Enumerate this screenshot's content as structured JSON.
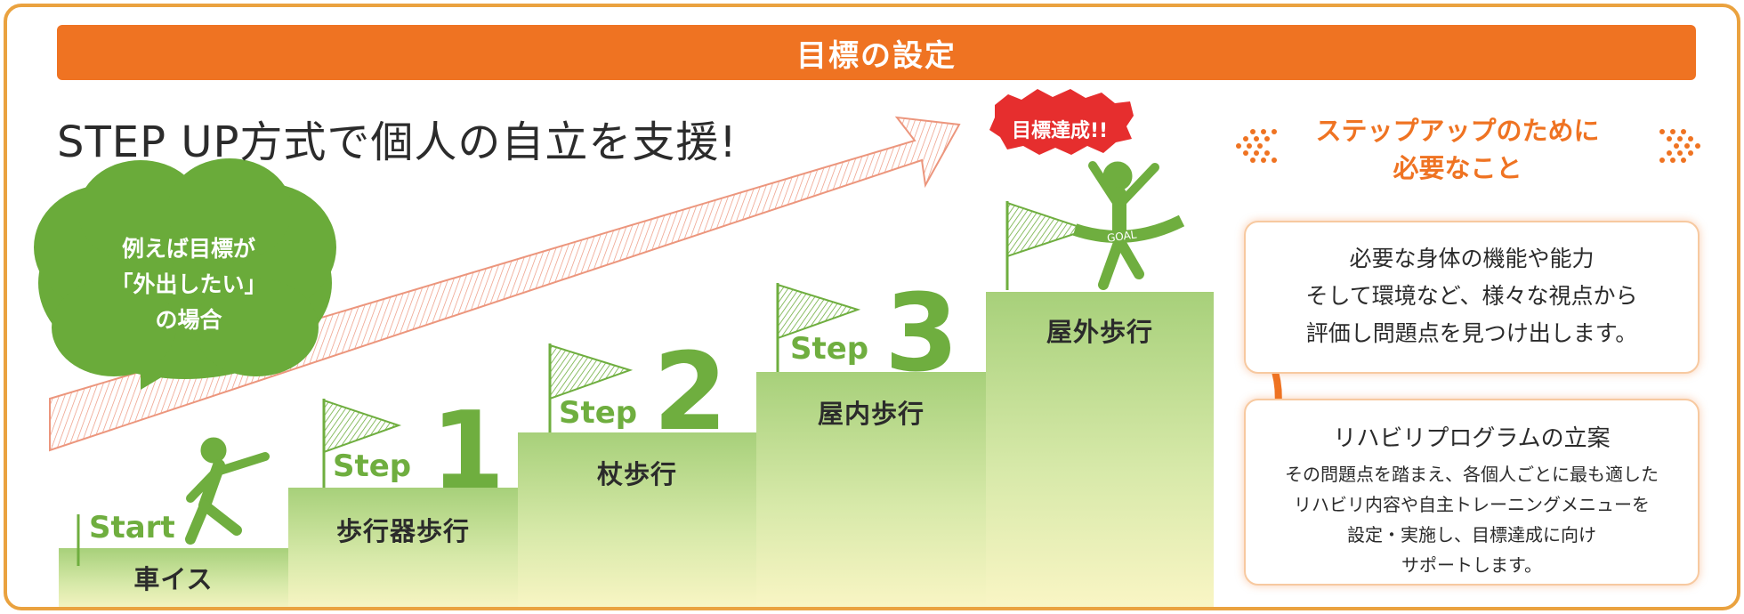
{
  "header": {
    "title": "目標の設定"
  },
  "headline": "STEP UP方式で個人の自立を支援!",
  "bubble": {
    "lines": [
      "例えば目標が",
      "「外出したい」",
      "の場合"
    ]
  },
  "start": {
    "word": "Start",
    "label": "車イス"
  },
  "steps": [
    {
      "word": "Step",
      "number": "1",
      "label": "歩行器歩行"
    },
    {
      "word": "Step",
      "number": "2",
      "label": "杖歩行"
    },
    {
      "word": "Step",
      "number": "3",
      "label": "屋内歩行"
    }
  ],
  "goal": {
    "label": "屋外歩行",
    "achieve_badge": "目標達成!!",
    "ribbon": "GOAL"
  },
  "needs": {
    "title_lines": [
      "ステップアップのために",
      "必要なこと"
    ],
    "card1_lines": [
      "必要な身体の機能や能力",
      "そして環境など、様々な視点から",
      "評価し問題点を見つけ出します。"
    ],
    "card2_title": "リハビリプログラムの立案",
    "card2_lines": [
      "その問題点を踏まえ、各個人ごとに最も適した",
      "リハビリ内容や自主トレーニングメニューを",
      "設定・実施し、目標達成に向け",
      "サポートします。"
    ]
  },
  "colors": {
    "orange": "#ef7322",
    "green": "#6fae3f",
    "frame": "#eaa23f",
    "arrow": "#eea08a"
  }
}
